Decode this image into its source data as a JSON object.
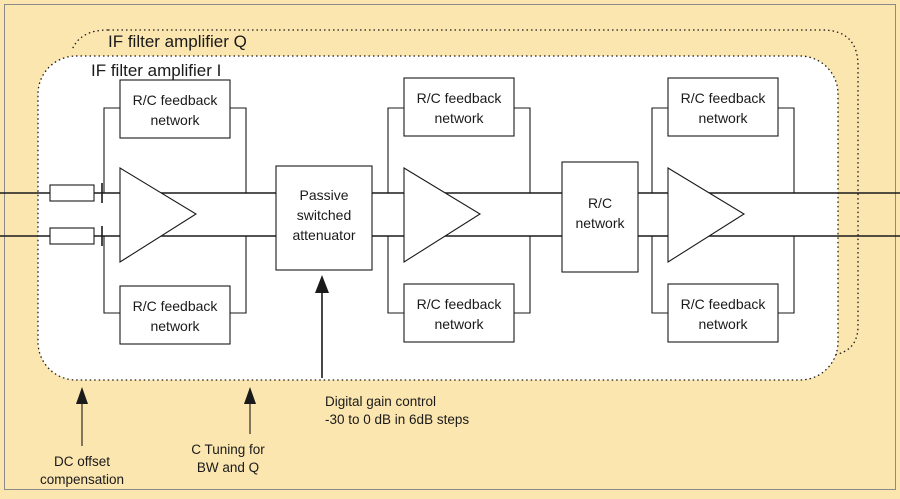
{
  "diagram": {
    "outer_amp_label": "IF filter amplifier  Q",
    "inner_amp_label": "IF filter amplifier  I",
    "feedback_network_line1": "R/C feedback",
    "feedback_network_line2": "network",
    "attenuator": {
      "line1": "Passive",
      "line2": "switched",
      "line3": "attenuator"
    },
    "rc_network": {
      "line1": "R/C",
      "line2": "network"
    },
    "annotations": {
      "digital_gain_line1": "Digital gain control",
      "digital_gain_line2": "-30 to 0 dB in 6dB steps",
      "dc_offset_line1": "DC offset",
      "dc_offset_line2": "compensation",
      "c_tuning_line1": "C Tuning for",
      "c_tuning_line2": "BW and Q"
    },
    "colors": {
      "background": "#fbe6b0",
      "block_fill": "#ffffff",
      "line": "#1a1a1a"
    }
  }
}
